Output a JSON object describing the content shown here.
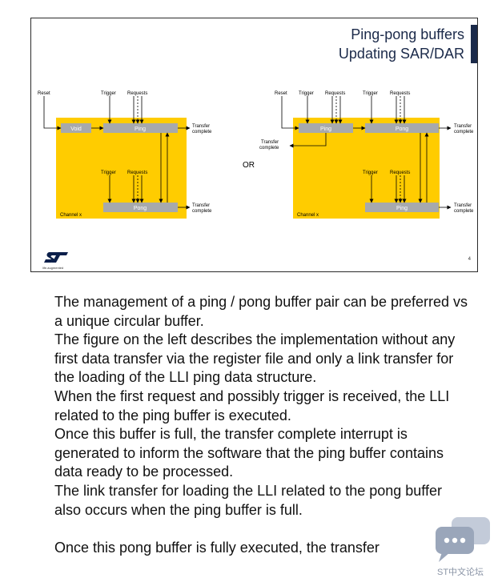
{
  "slide": {
    "title_line1": "Ping-pong buffers",
    "title_line2": "Updating SAR/DAR",
    "page_number": "4",
    "logo_tagline": "life.augmented",
    "or_label": "OR",
    "left_diagram": {
      "reset": "Reset",
      "trigger_top": "Trigger",
      "requests_top": "Requests",
      "void": "Void",
      "ping": "Ping",
      "pong": "Pong",
      "trigger_bottom": "Trigger",
      "requests_bottom": "Requests",
      "transfer_complete_ping_1": "Transfer",
      "transfer_complete_ping_2": "complete",
      "transfer_complete_pong_1": "Transfer",
      "transfer_complete_pong_2": "complete",
      "channel": "Channel x"
    },
    "right_diagram": {
      "reset": "Reset",
      "trigger_ping": "Trigger",
      "requests_ping": "Requests",
      "trigger_pong_top": "Trigger",
      "requests_pong_top": "Requests",
      "ping": "Ping",
      "pong_top": "Pong",
      "transfer_complete_left_1": "Transfer",
      "transfer_complete_left_2": "complete",
      "transfer_complete_top_1": "Transfer",
      "transfer_complete_top_2": "complete",
      "trigger_bottom": "Trigger",
      "requests_bottom": "Requests",
      "ping_bottom": "Ping",
      "transfer_complete_bottom_1": "Transfer",
      "transfer_complete_bottom_2": "complete",
      "channel": "Channel x"
    }
  },
  "body": {
    "paragraphs": [
      "The management of a ping / pong buffer pair can be preferred vs a unique circular buffer.",
      "The figure on the left describes the implementation without any first data transfer via the register file and only a link transfer for the loading of the LLI ping data structure.",
      "When the first request and possibly trigger is received, the LLI related to the ping buffer is executed.",
      "Once this buffer is full, the transfer complete interrupt is generated to inform the software that the ping buffer contains data ready to be processed.",
      "The link transfer for loading the LLI related to the pong buffer also occurs when the ping buffer is full.",
      "Once this pong buffer is fully executed, the transfer"
    ]
  },
  "watermark": {
    "label": "ST中文论坛",
    "icon": "chat-bubble-icon"
  },
  "colors": {
    "channel_fill": "#ffcc00",
    "buffer_box": "#a7a9ac",
    "title": "#1b2a4a"
  }
}
